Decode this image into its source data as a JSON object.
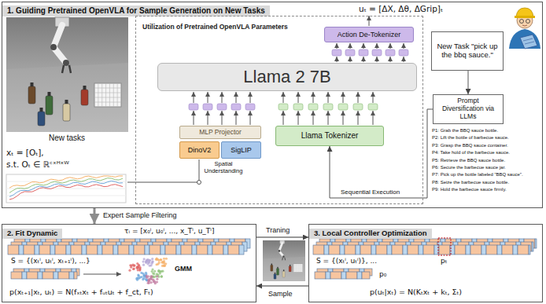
{
  "diagram": {
    "nodes": [
      {
        "text": [
          "1. Guiding Pretrained OpenVLA for Sample Generation on New Tasks"
        ]
      },
      {
        "text": [
          "Utilization of Pretrained OpenVLA Parameters"
        ],
        "in": 0
      },
      {
        "text": [
          "Action De-Tokenizer"
        ],
        "in": 1
      },
      {
        "text": [
          "Llama 2 7B"
        ],
        "in": 1
      },
      {
        "text": [
          "MLP Projector"
        ],
        "in": 1
      },
      {
        "text": [
          "DinoV2"
        ],
        "in": 1
      },
      {
        "text": [
          "SigLIP"
        ],
        "in": 1
      },
      {
        "text": [
          "Llama Tokenizer"
        ],
        "in": 1
      },
      {
        "text": [
          "New Task \"pick up the bbq sauce.\""
        ],
        "in": 0
      },
      {
        "text": [
          "Prompt Diversification via LLMs"
        ],
        "in": 0
      },
      {
        "text": [
          "2. Fit Dynamic"
        ]
      },
      {
        "text": [
          "3. Local Controller Optimization"
        ]
      }
    ],
    "edges": [
      {
        "from": 8,
        "to": 9,
        "arrow": "to"
      },
      {
        "from": 9,
        "to": 7,
        "label": "Sequential Execution",
        "arrow": "to"
      },
      {
        "from": 0,
        "to": 10,
        "label": "Expert Sample Filtering",
        "arrow": "to"
      },
      {
        "from": 10,
        "to": 11,
        "label": "Traning",
        "arrow": "to"
      },
      {
        "from": 11,
        "to": 10,
        "label": "Sample",
        "arrow": "to"
      }
    ],
    "labels": [
      "uₜ = [ΔX, Δθ, ΔGrip]ₜ",
      "New tasks",
      "xₜ = [Oₜ],",
      "s.t. Oₜ ∈ ℝᶜˣᴴˣᵂ",
      "Spatial Understanding",
      "P1: Grab the BBQ sauce bottle.",
      "P2: Lift the bottle of barbecue sauce.",
      "P3: Grasp the BBQ sauce container.",
      "P4: Take hold of the barbecue sauce.",
      "P5: Retrieve the BBQ sauce bottle.",
      "P6: Secure the barbecue sauce jar.",
      "P7: Pick up the bottle labeled \"BBQ sauce\".",
      "P8: Seize the barbecue sauce bottle.",
      "P9: Hold the barbecue sauce firmly.",
      "τᵢ = [x₀ⁱ, u₀ⁱ, ..., x_Tⁱ, u_Tⁱ]",
      "S = {(xₜⁱ, uₜⁱ, xₜ₊₁ⁱ), ...}",
      "GMM",
      "p(xₜ₊₁|xₜ, uₜ) = N(fₓₜxₜ + fᵤₜuₜ + f_ct, Fₜ)",
      "S = {(xₜⁱ, uₜⁱ)}, ...",
      "pₜ",
      "p₀",
      "p(uₜ|xₜ) = N(Kₜxₜ + kₜ, Σₜ)"
    ]
  }
}
